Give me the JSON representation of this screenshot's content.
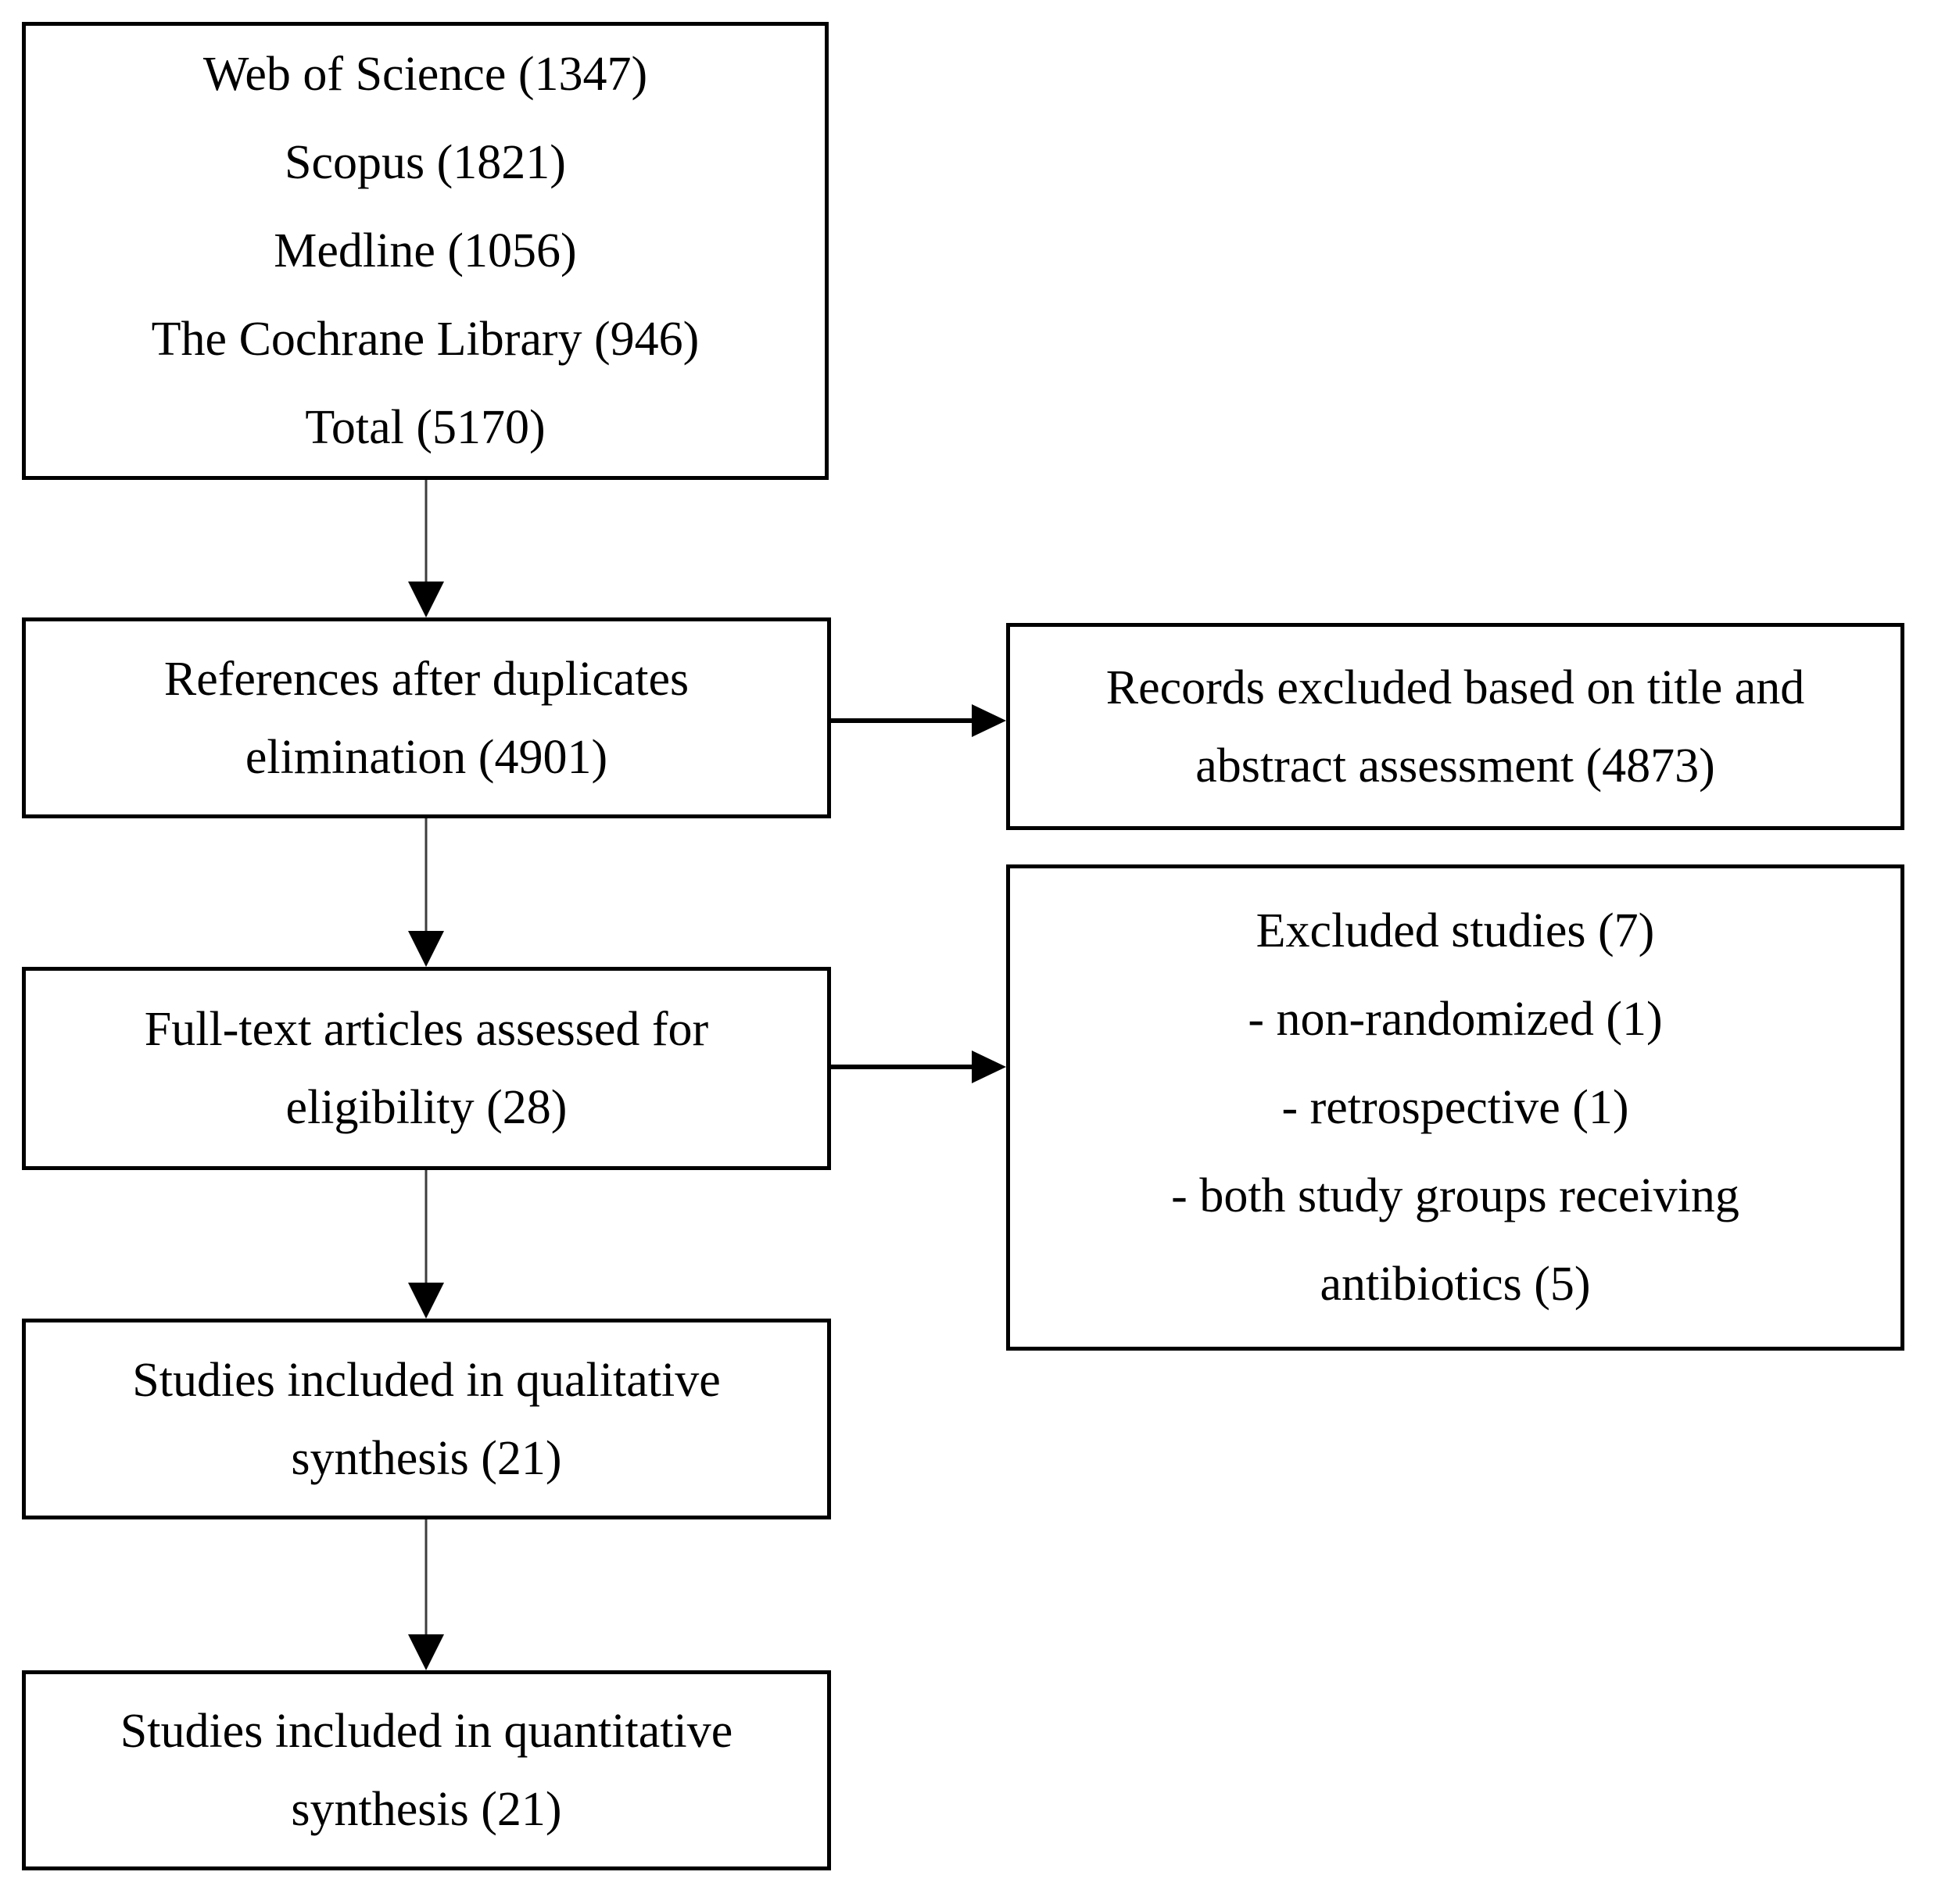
{
  "diagram_type": "prisma-flow",
  "colors": {
    "box_border": "#000000",
    "box_background": "#ffffff",
    "text": "#000000",
    "connector_line": "#3d3d3d",
    "arrowhead": "#000000"
  },
  "boxes": {
    "sources": {
      "lines": [
        "Web of Science (1347)",
        "Scopus (1821)",
        "Medline (1056)",
        "The Cochrane Library (946)",
        "Total (5170)"
      ]
    },
    "dedup": {
      "lines": [
        "References after duplicates",
        "elimination (4901)"
      ]
    },
    "records_excluded": {
      "lines": [
        "Records excluded based on title and",
        "abstract assessment (4873)"
      ]
    },
    "fulltext": {
      "lines": [
        "Full-text articles assessed for",
        "eligibility (28)"
      ]
    },
    "excluded_studies": {
      "lines": [
        "Excluded studies (7)",
        "- non-randomized (1)",
        "- retrospective (1)",
        "- both study groups receiving",
        "antibiotics (5)"
      ]
    },
    "qualitative": {
      "lines": [
        "Studies included in qualitative",
        "synthesis (21)"
      ]
    },
    "quantitative": {
      "lines": [
        "Studies included in quantitative",
        "synthesis (21)"
      ]
    }
  }
}
